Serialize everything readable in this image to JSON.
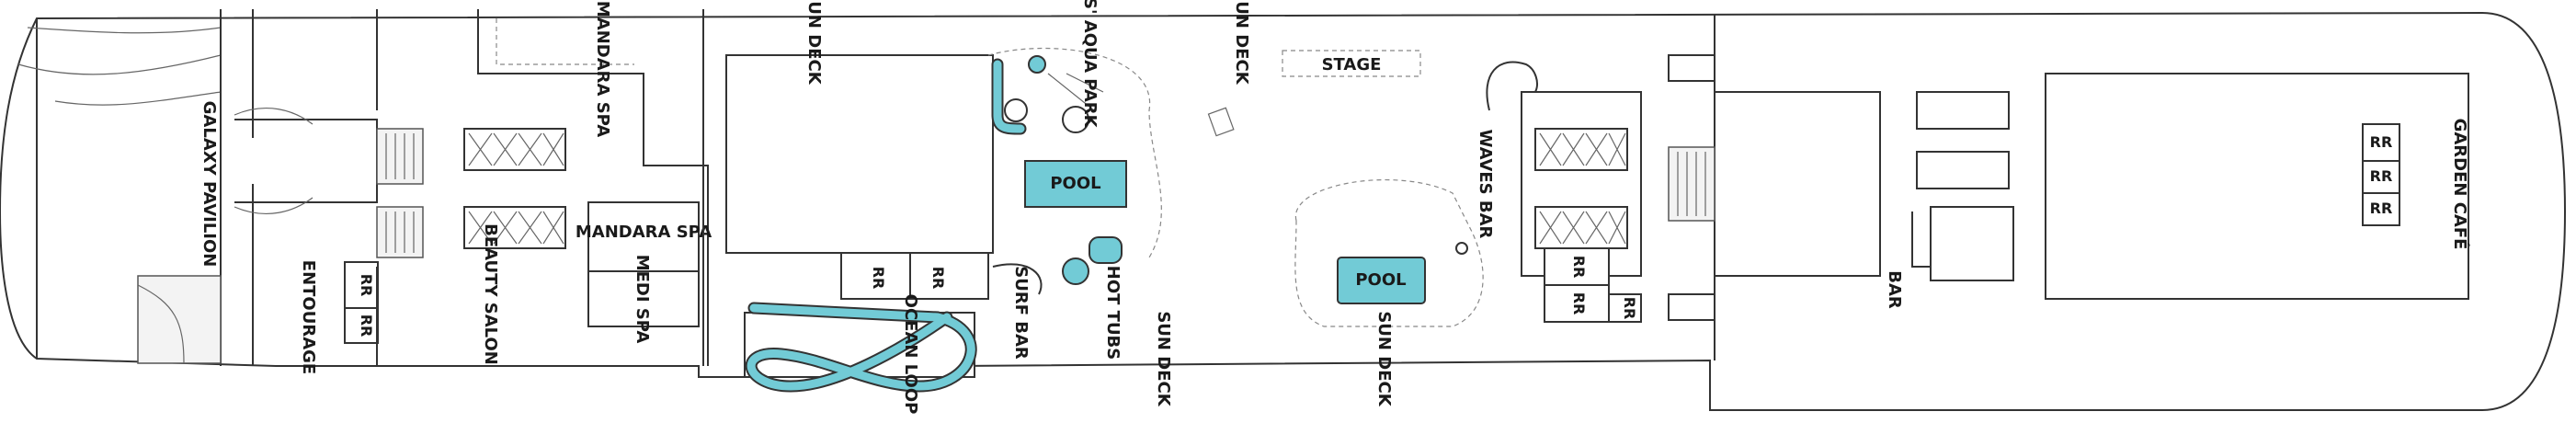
{
  "deck_labels": {
    "galaxy_pavilion": "GALAXY PAVILION",
    "entourage": "ENTOURAGE",
    "beauty_salon": "BEAUTY SALON",
    "mandara_spa_top": "MANDARA SPA",
    "mandara_spa_box": "MANDARA SPA",
    "medi_spa": "MEDI SPA",
    "sun_deck_1": "SUN DECK",
    "sun_deck_2": "SUN DECK",
    "sun_deck_3": "SUN DECK",
    "sun_deck_4": "SUN DECK",
    "kids_aqua_park": "KIDS' AQUA PARK",
    "pool_1": "POOL",
    "pool_2": "POOL",
    "hot_tubs": "HOT TUBS",
    "surf_bar": "SURF BAR",
    "ocean_loop": "OCEAN LOOP",
    "stage": "STAGE",
    "waves_bar": "WAVES BAR",
    "bar": "BAR",
    "garden_cafe": "GARDEN CAFÉ",
    "restroom": "RR"
  },
  "colors": {
    "pool_water": "#72cbd6",
    "outline": "#333333",
    "background": "#ffffff"
  }
}
